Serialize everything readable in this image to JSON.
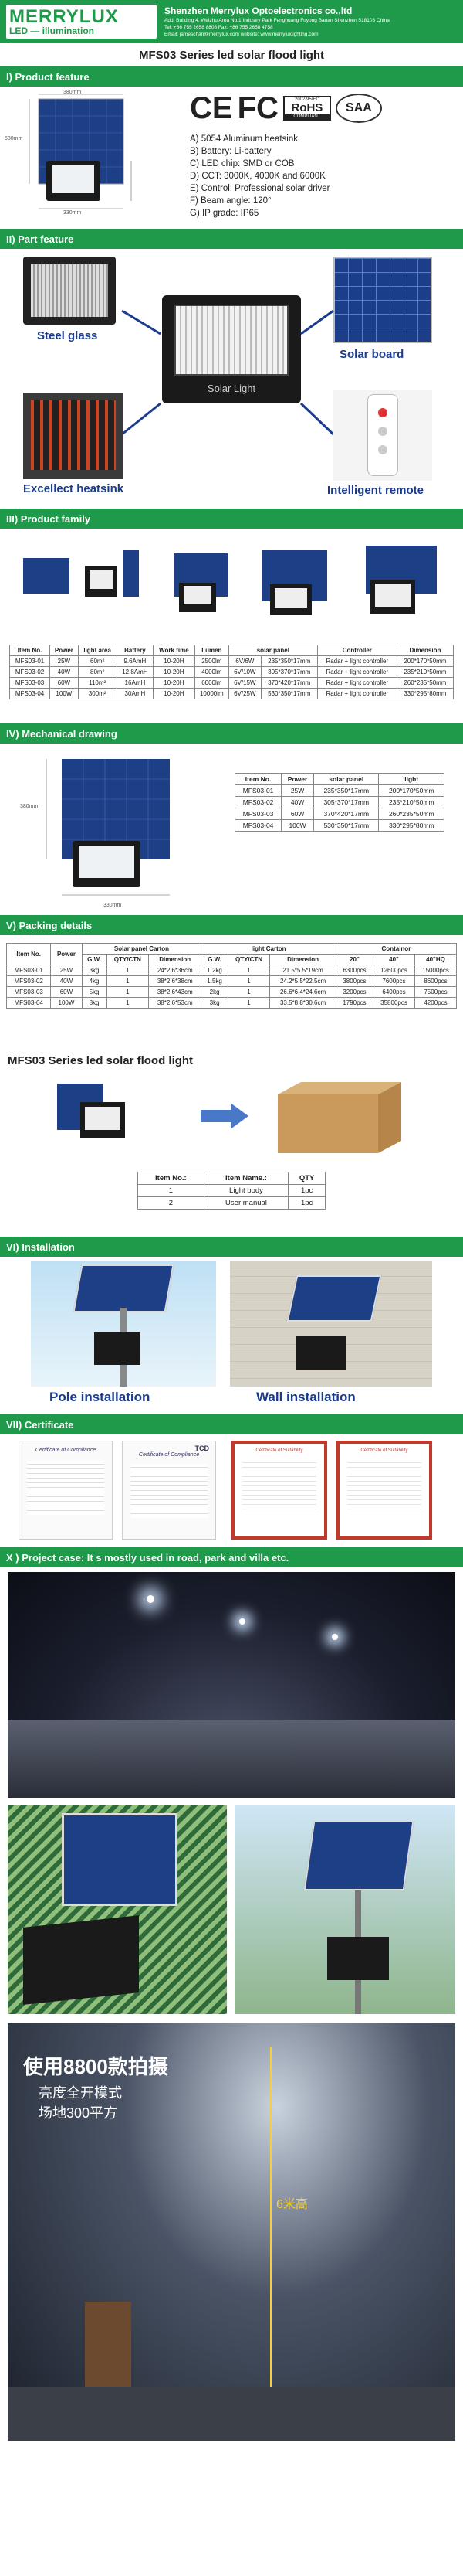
{
  "header": {
    "logo_main": "MERRYLUX",
    "logo_sub": "LED — illumination",
    "company": "Shenzhen Merrylux Optoelectronics co.,ltd",
    "address": "Add: Building 4, Weizhu Area No.1 Industry Park Fenghuang Fuyong Baoan Shenzhen 518103 China",
    "phone": "Tel: +86 755 2658 8808   Fax: +86 755 2658 4758",
    "email": "Email: jameschan@merrylux.com   website: www.merryluxlighting.com"
  },
  "doc_title": "MFS03 Series led solar flood light",
  "sections": {
    "s1": "I) Product feature",
    "s2": "II) Part feature",
    "s3": "III) Product family",
    "s4": "IV) Mechanical drawing",
    "s5": "V) Packing details",
    "s6": "VI) Installation",
    "s7": "VII) Certificate",
    "s8": "X ) Project case: It s mostly used in road, park and villa  etc."
  },
  "features": [
    "A)  5054 Aluminum heatsink",
    "B)  Battery: Li-battery",
    "C)  LED chip: SMD or COB",
    "D)  CCT:  3000K, 4000K and 6000K",
    "E)  Control: Professional solar driver",
    "F)  Beam angle: 120°",
    "G)  IP grade: IP65"
  ],
  "cert_logos": {
    "ce": "CE",
    "fcc": "FC",
    "rohs": "RoHS",
    "rohs_top": "2002/95/EC",
    "rohs_sub": "COMPLIANT",
    "saa": "SAA"
  },
  "dims": {
    "d1": "380mm",
    "d2": "580mm",
    "d3": "330mm"
  },
  "parts": {
    "steel": "Steel glass",
    "solar": "Solar board",
    "heatsink": "Excellect heatsink",
    "remote": "Intelligent remote",
    "lamp_text": "Solar Light"
  },
  "family_table": {
    "headers": [
      "Item No.",
      "Power",
      "light area",
      "Battery",
      "Work time",
      "Lumen",
      "solar panel",
      "",
      "Controller",
      "Dimension"
    ],
    "rows": [
      [
        "MFS03-01",
        "25W",
        "60m²",
        "9.6AmH",
        "10-20H",
        "2500lm",
        "6V/6W",
        "235*350*17mm",
        "Radar + light controller",
        "200*170*50mm"
      ],
      [
        "MFS03-02",
        "40W",
        "80m²",
        "12.8AmH",
        "10-20H",
        "4000lm",
        "6V/10W",
        "305*370*17mm",
        "Radar + light controller",
        "235*210*50mm"
      ],
      [
        "MFS03-03",
        "60W",
        "110m²",
        "16AmH",
        "10-20H",
        "6000lm",
        "6V/15W",
        "370*420*17mm",
        "Radar + light controller",
        "260*235*50mm"
      ],
      [
        "MFS03-04",
        "100W",
        "300m²",
        "30AmH",
        "10-20H",
        "10000lm",
        "6V/25W",
        "530*350*17mm",
        "Radar + light controller",
        "330*295*80mm"
      ]
    ]
  },
  "mech_table": {
    "headers": [
      "Item No.",
      "Power",
      "solar panel",
      "light"
    ],
    "rows": [
      [
        "MFS03-01",
        "25W",
        "235*350*17mm",
        "200*170*50mm"
      ],
      [
        "MFS03-02",
        "40W",
        "305*370*17mm",
        "235*210*50mm"
      ],
      [
        "MFS03-03",
        "60W",
        "370*420*17mm",
        "260*235*50mm"
      ],
      [
        "MFS03-04",
        "100W",
        "530*350*17mm",
        "330*295*80mm"
      ]
    ],
    "dim_a": "380mm",
    "dim_b": "330mm"
  },
  "pack_table": {
    "group_headers": [
      "Item No.",
      "Power",
      "Solar panel Carton",
      "light Carton",
      "Containor"
    ],
    "sub_headers": [
      "G.W.",
      "QTY/CTN",
      "Dimension",
      "G.W.",
      "QTY/CTN",
      "Dimension",
      "20\"",
      "40\"",
      "40\"HQ"
    ],
    "rows": [
      [
        "MFS03-01",
        "25W",
        "3kg",
        "1",
        "24*2.6*36cm",
        "1.2kg",
        "1",
        "21.5*5.5*19cm",
        "6300pcs",
        "12600pcs",
        "15000pcs"
      ],
      [
        "MFS03-02",
        "40W",
        "4kg",
        "1",
        "38*2.6*38cm",
        "1.5kg",
        "1",
        "24.2*5.5*22.5cm",
        "3800pcs",
        "7600pcs",
        "8600pcs"
      ],
      [
        "MFS03-03",
        "60W",
        "5kg",
        "1",
        "38*2.6*43cm",
        "2kg",
        "1",
        "26.6*6.4*24.6cm",
        "3200pcs",
        "6400pcs",
        "7500pcs"
      ],
      [
        "MFS03-04",
        "100W",
        "8kg",
        "1",
        "38*2.6*53cm",
        "3kg",
        "1",
        "33.5*8.8*30.6cm",
        "1790pcs",
        "35800pcs",
        "4200pcs"
      ]
    ]
  },
  "pack_title": "MFS03 Series led solar flood light",
  "content_table": {
    "headers": [
      "Item No.:",
      "Item Name.:",
      "QTY"
    ],
    "rows": [
      [
        "1",
        "Light body",
        "1pc"
      ],
      [
        "2",
        "User manual",
        "1pc"
      ]
    ]
  },
  "install": {
    "pole": "Pole installation",
    "wall": "Wall installation"
  },
  "certs": {
    "c1": "Certificate of Compliance",
    "c2": "Certificate of Compliance",
    "c3": "Certificate of Suitability",
    "c4": "Certificate of Suitability",
    "tcd": "TCD"
  },
  "case_text": {
    "cn1": "使用8800款拍摄",
    "cn2": "亮度全开模式",
    "cn3": "场地300平方",
    "height": "6米高"
  },
  "colors": {
    "brand": "#1e9a4a",
    "label_blue": "#1b3b8f"
  }
}
